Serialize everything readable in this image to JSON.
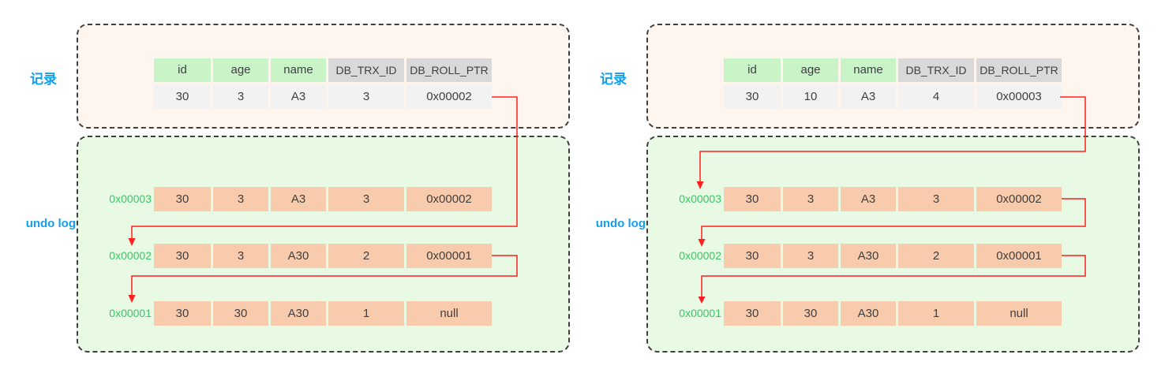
{
  "headers": [
    "id",
    "age",
    "name",
    "DB_TRX_ID",
    "DB_ROLL_PTR"
  ],
  "colors": {
    "record_box_bg": "#fdf5ee",
    "undo_box_bg": "#e8f9e4",
    "header_green": "#c8f4c8",
    "header_gray": "#d9d9d9",
    "row_gray": "#f2f2f2",
    "undo_cell_orange": "#f8cbad",
    "arrow_red": "#ff1f1f",
    "addr_green": "#3ec468",
    "label_blue": "#14a0ea",
    "border": "#3f3f3f"
  },
  "panels": [
    {
      "record_label": "记录",
      "undo_label": "undo log",
      "record": {
        "values": [
          "30",
          "3",
          "A3",
          "3",
          "0x00002"
        ]
      },
      "undo": {
        "rows": [
          {
            "addr": "0x00003",
            "cells": [
              "30",
              "3",
              "A3",
              "3",
              "0x00002"
            ]
          },
          {
            "addr": "0x00002",
            "cells": [
              "30",
              "3",
              "A30",
              "2",
              "0x00001"
            ]
          },
          {
            "addr": "0x00001",
            "cells": [
              "30",
              "30",
              "A30",
              "1",
              "null"
            ]
          }
        ]
      },
      "pointer_links": [
        {
          "from": "记录 DB_ROLL_PTR 0x00002",
          "to": "undo log row 0x00002"
        },
        {
          "from": "undo row 0x00002 ptr 0x00001",
          "to": "undo log row 0x00001"
        }
      ]
    },
    {
      "record_label": "记录",
      "undo_label": "undo log",
      "record": {
        "values": [
          "30",
          "10",
          "A3",
          "4",
          "0x00003"
        ]
      },
      "undo": {
        "rows": [
          {
            "addr": "0x00003",
            "cells": [
              "30",
              "3",
              "A3",
              "3",
              "0x00002"
            ]
          },
          {
            "addr": "0x00002",
            "cells": [
              "30",
              "3",
              "A30",
              "2",
              "0x00001"
            ]
          },
          {
            "addr": "0x00001",
            "cells": [
              "30",
              "30",
              "A30",
              "1",
              "null"
            ]
          }
        ]
      },
      "pointer_links": [
        {
          "from": "记录 DB_ROLL_PTR 0x00003",
          "to": "undo log row 0x00003"
        },
        {
          "from": "undo row 0x00003 ptr 0x00002",
          "to": "undo log row 0x00002"
        },
        {
          "from": "undo row 0x00002 ptr 0x00001",
          "to": "undo log row 0x00001"
        }
      ]
    }
  ]
}
